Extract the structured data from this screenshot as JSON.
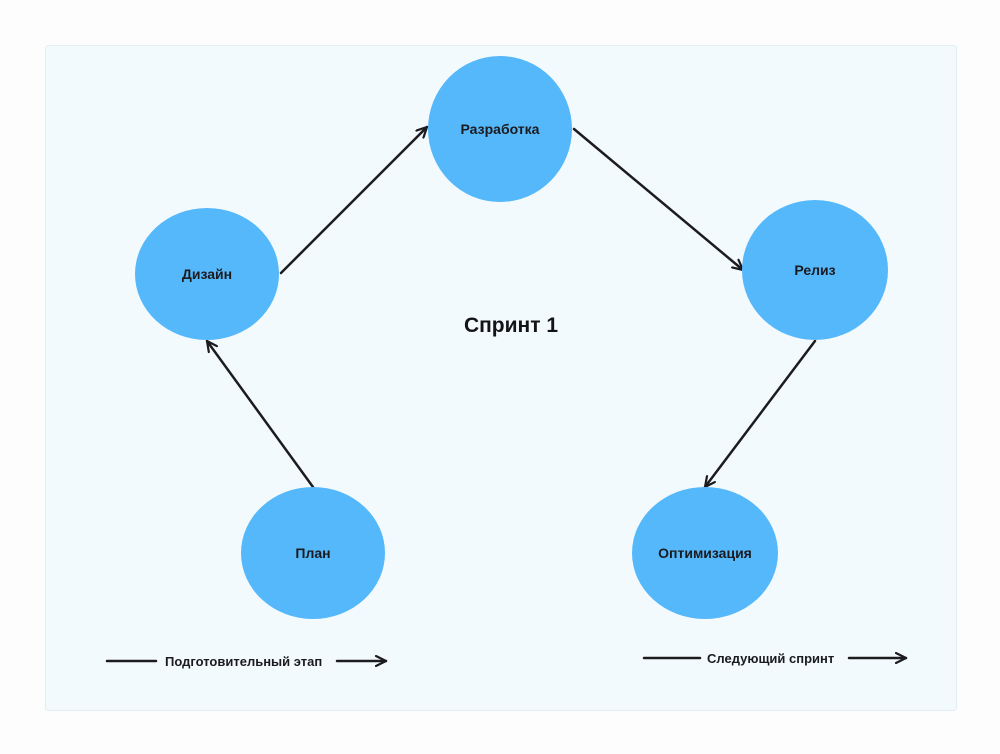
{
  "diagram": {
    "title": "Спринт 1",
    "nodes": [
      {
        "id": "plan",
        "label": "План"
      },
      {
        "id": "design",
        "label": "Дизайн"
      },
      {
        "id": "dev",
        "label": "Разработка"
      },
      {
        "id": "release",
        "label": "Релиз"
      },
      {
        "id": "optimize",
        "label": "Оптимизация"
      }
    ],
    "edges": [
      {
        "from": "plan",
        "to": "design"
      },
      {
        "from": "design",
        "to": "dev"
      },
      {
        "from": "dev",
        "to": "release"
      },
      {
        "from": "release",
        "to": "optimize"
      }
    ],
    "footer": {
      "left_label": "Подготовительный этап",
      "right_label": "Следующий спринт"
    },
    "colors": {
      "node_fill": "#55b8fb",
      "panel_bg": "#f3fafd",
      "edge": "#1c1c1f"
    }
  }
}
